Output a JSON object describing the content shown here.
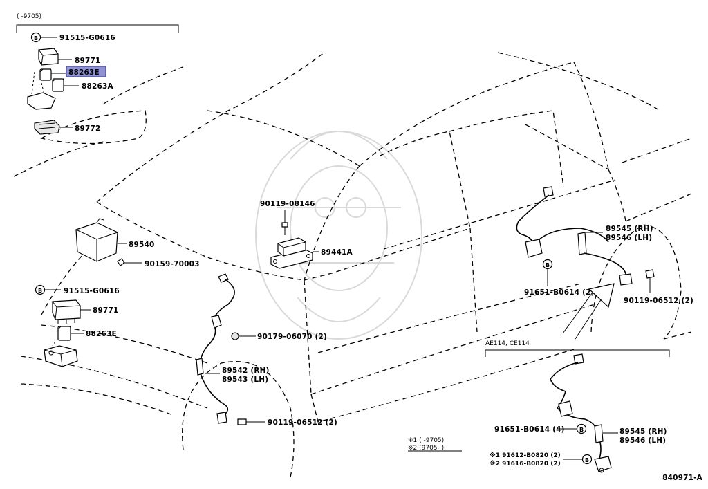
{
  "top_left_box": {
    "range": "(    -9705)"
  },
  "labels": {
    "bolt_a": "91515-G0616",
    "relay_a": "89771",
    "relay_hl": "88263E",
    "relay_b": "88263A",
    "bracket": "89772",
    "ecu": "89540",
    "screw_ecu": "90159-70003",
    "bolt_b": "91515-G0616",
    "relay_c": "89771",
    "relay_d": "88263E",
    "bolt_top": "90119-08146",
    "sensor_mid": "89441A",
    "nut_front": "90179-06070 (2)",
    "front_rh": "89542 (RH)",
    "front_lh": "89543 (LH)",
    "bolt_front": "90119-06512 (2)",
    "rear_rh": "89545 (RH)",
    "rear_lh": "89546 (LH)",
    "bolt_rear_a": "91651-B0614 (2)",
    "bolt_rear_b": "90119-06512 (2)",
    "inset_title": "AE114, CE114",
    "inset_bolt": "91651-B0614 (4)",
    "inset_rh": "89545 (RH)",
    "inset_lh": "89546 (LH)",
    "inset_n1": "※1  91612-B0820 (2)",
    "inset_n2": "※2  91616-B0820 (2)"
  },
  "legend": {
    "n1": "※1 (      -9705)",
    "n2": "※2 (9705-      )"
  },
  "marker": "B",
  "diagram_code": "840971-A",
  "colors": {
    "highlight": "#8f93d4"
  }
}
